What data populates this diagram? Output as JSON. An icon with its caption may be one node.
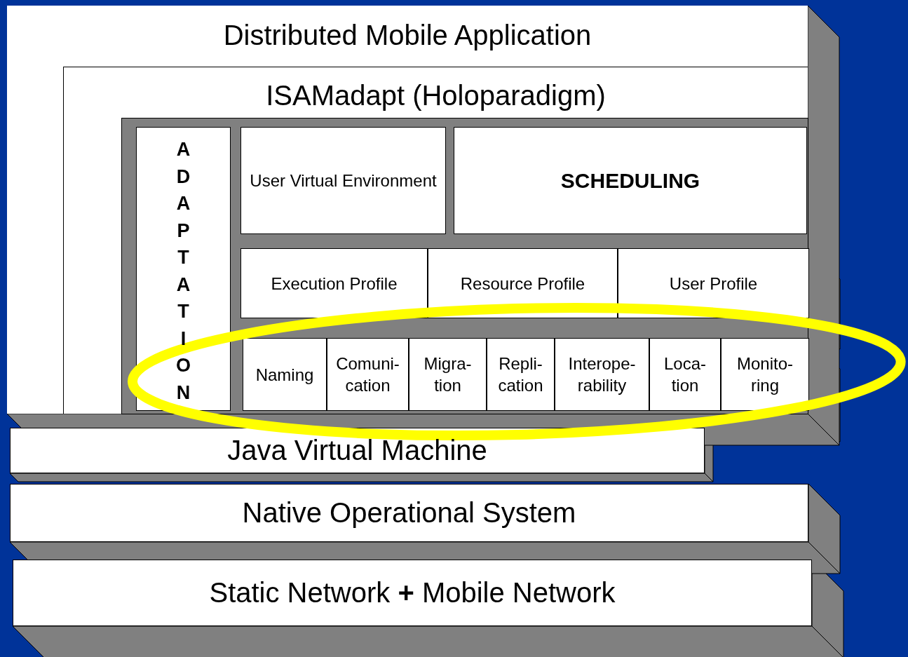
{
  "diagram": {
    "nodes": [
      {
        "text": [
          "Distributed Mobile Application"
        ]
      },
      {
        "text": [
          "ISAMadapt (Holoparadigm)"
        ],
        "in": 0
      },
      {
        "text": [
          "ADAPTATION"
        ],
        "in": 1
      },
      {
        "text": [
          "User Virtual Environment"
        ],
        "in": 1
      },
      {
        "text": [
          "SCHEDULING"
        ],
        "in": 1
      },
      {
        "text": [
          "Execution Profile"
        ],
        "in": 1
      },
      {
        "text": [
          "Resource Profile"
        ],
        "in": 1
      },
      {
        "text": [
          "User Profile"
        ],
        "in": 1
      },
      {
        "text": [
          "Naming"
        ],
        "in": 1
      },
      {
        "text": [
          "Comuni-cation"
        ],
        "in": 1
      },
      {
        "text": [
          "Migra-tion"
        ],
        "in": 1
      },
      {
        "text": [
          "Repli-cation"
        ],
        "in": 1
      },
      {
        "text": [
          "Interope-rability"
        ],
        "in": 1
      },
      {
        "text": [
          "Loca-tion"
        ],
        "in": 1
      },
      {
        "text": [
          "Monito-ring"
        ],
        "in": 1
      },
      {
        "text": [
          "Java Virtual Machine"
        ]
      },
      {
        "text": [
          "Native Operational System"
        ]
      },
      {
        "text": [
          "Static Network **+** Mobile Network"
        ]
      }
    ]
  }
}
